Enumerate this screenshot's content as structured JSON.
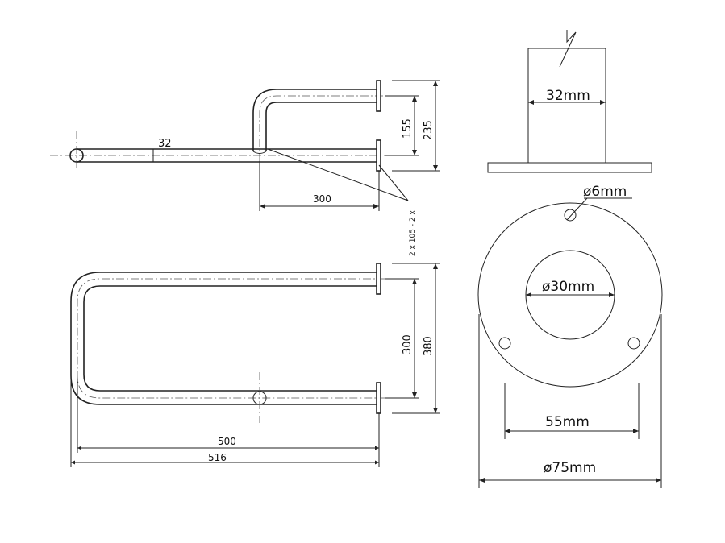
{
  "side_view": {
    "dim_diameter": "32",
    "dim_offset": "300",
    "dim_height_inner": "155",
    "dim_height_outer": "235",
    "fixing_note": "2 x 105 - 2 x"
  },
  "top_view": {
    "dim_width_inner": "300",
    "dim_width_outer": "380",
    "dim_length_inner": "500",
    "dim_length_outer": "516"
  },
  "flange_side": {
    "dim_tube": "32mm"
  },
  "flange_front": {
    "dim_hole": "ø6mm",
    "dim_inner": "ø30mm",
    "dim_hole_spacing": "55mm",
    "dim_outer": "ø75mm"
  }
}
